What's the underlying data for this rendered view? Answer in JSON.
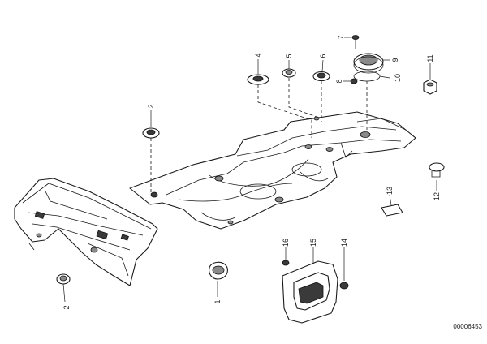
{
  "callouts": [
    {
      "id": "c1",
      "label": "1"
    },
    {
      "id": "c2a",
      "label": "2"
    },
    {
      "id": "c2b",
      "label": "2"
    },
    {
      "id": "c4",
      "label": "4"
    },
    {
      "id": "c5",
      "label": "5"
    },
    {
      "id": "c6",
      "label": "6"
    },
    {
      "id": "c7",
      "label": "7"
    },
    {
      "id": "c8",
      "label": "8"
    },
    {
      "id": "c9",
      "label": "9"
    },
    {
      "id": "c10",
      "label": "10"
    },
    {
      "id": "c11",
      "label": "11"
    },
    {
      "id": "c12",
      "label": "12"
    },
    {
      "id": "c13",
      "label": "13"
    },
    {
      "id": "c14",
      "label": "14"
    },
    {
      "id": "c15",
      "label": "15"
    },
    {
      "id": "c16",
      "label": "16"
    }
  ],
  "document_number": "00006453"
}
